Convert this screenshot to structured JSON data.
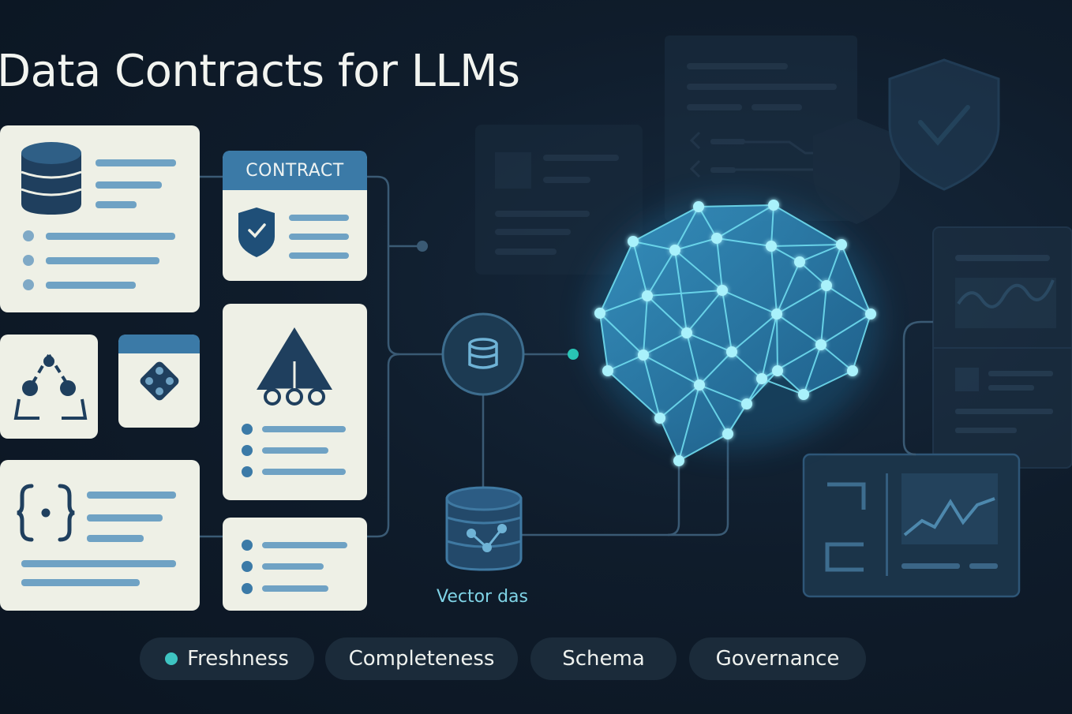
{
  "title": "Data Contracts for LLMs",
  "contract_label": "CONTRACT",
  "vector_db_label": "Vector das",
  "pills": [
    {
      "label": "Freshness",
      "has_dot": true
    },
    {
      "label": "Completeness",
      "has_dot": false
    },
    {
      "label": "Schema",
      "has_dot": false
    },
    {
      "label": "Governance",
      "has_dot": false
    }
  ],
  "colors": {
    "background": "#0f1c2b",
    "card": "#eef0e6",
    "accent_blue": "#3b7aa7",
    "navy": "#1f3f5e",
    "node_glow": "#7fe6f5",
    "brain_fill": "#2a7fae",
    "pill_dot": "#3ec4c2"
  },
  "icons": [
    "database-icon",
    "shield-check-icon",
    "triangle-network-icon",
    "node-diamond-icon",
    "curly-braces-icon",
    "hierarchy-triangle-icon",
    "vector-database-icon",
    "brain-network-icon",
    "line-chart-icon"
  ]
}
